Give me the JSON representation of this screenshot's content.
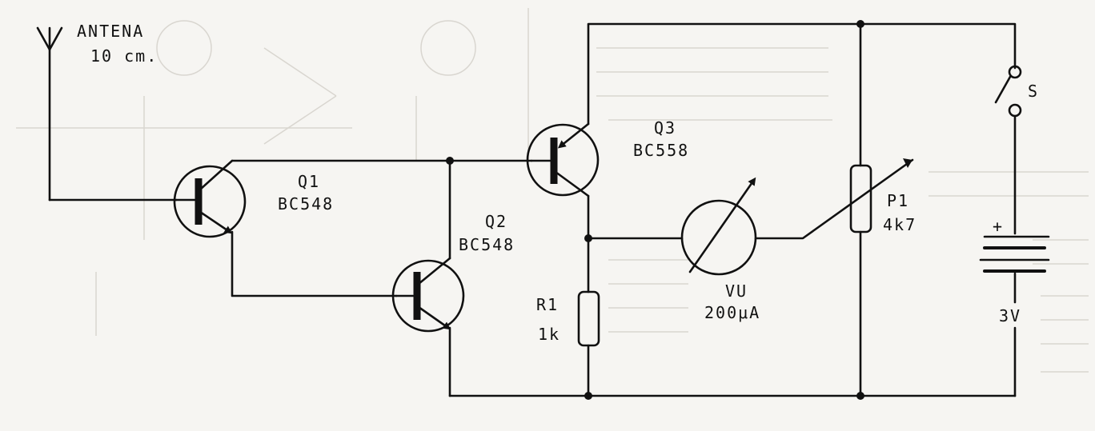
{
  "antenna": {
    "name": "ANTENA",
    "length": "10 cm."
  },
  "transistors": [
    {
      "ref": "Q1",
      "part": "BC548"
    },
    {
      "ref": "Q2",
      "part": "BC548"
    },
    {
      "ref": "Q3",
      "part": "BC558"
    }
  ],
  "resistor": {
    "ref": "R1",
    "value": "1k"
  },
  "meter": {
    "ref": "VU",
    "value": "200μA"
  },
  "pot": {
    "ref": "P1",
    "value": "4k7"
  },
  "switch": {
    "ref": "S"
  },
  "battery": {
    "polarity": "+",
    "voltage": "3V"
  },
  "colors": {
    "ink": "#111111",
    "paper": "#f6f5f2",
    "bleed": "#dcd9d3"
  }
}
